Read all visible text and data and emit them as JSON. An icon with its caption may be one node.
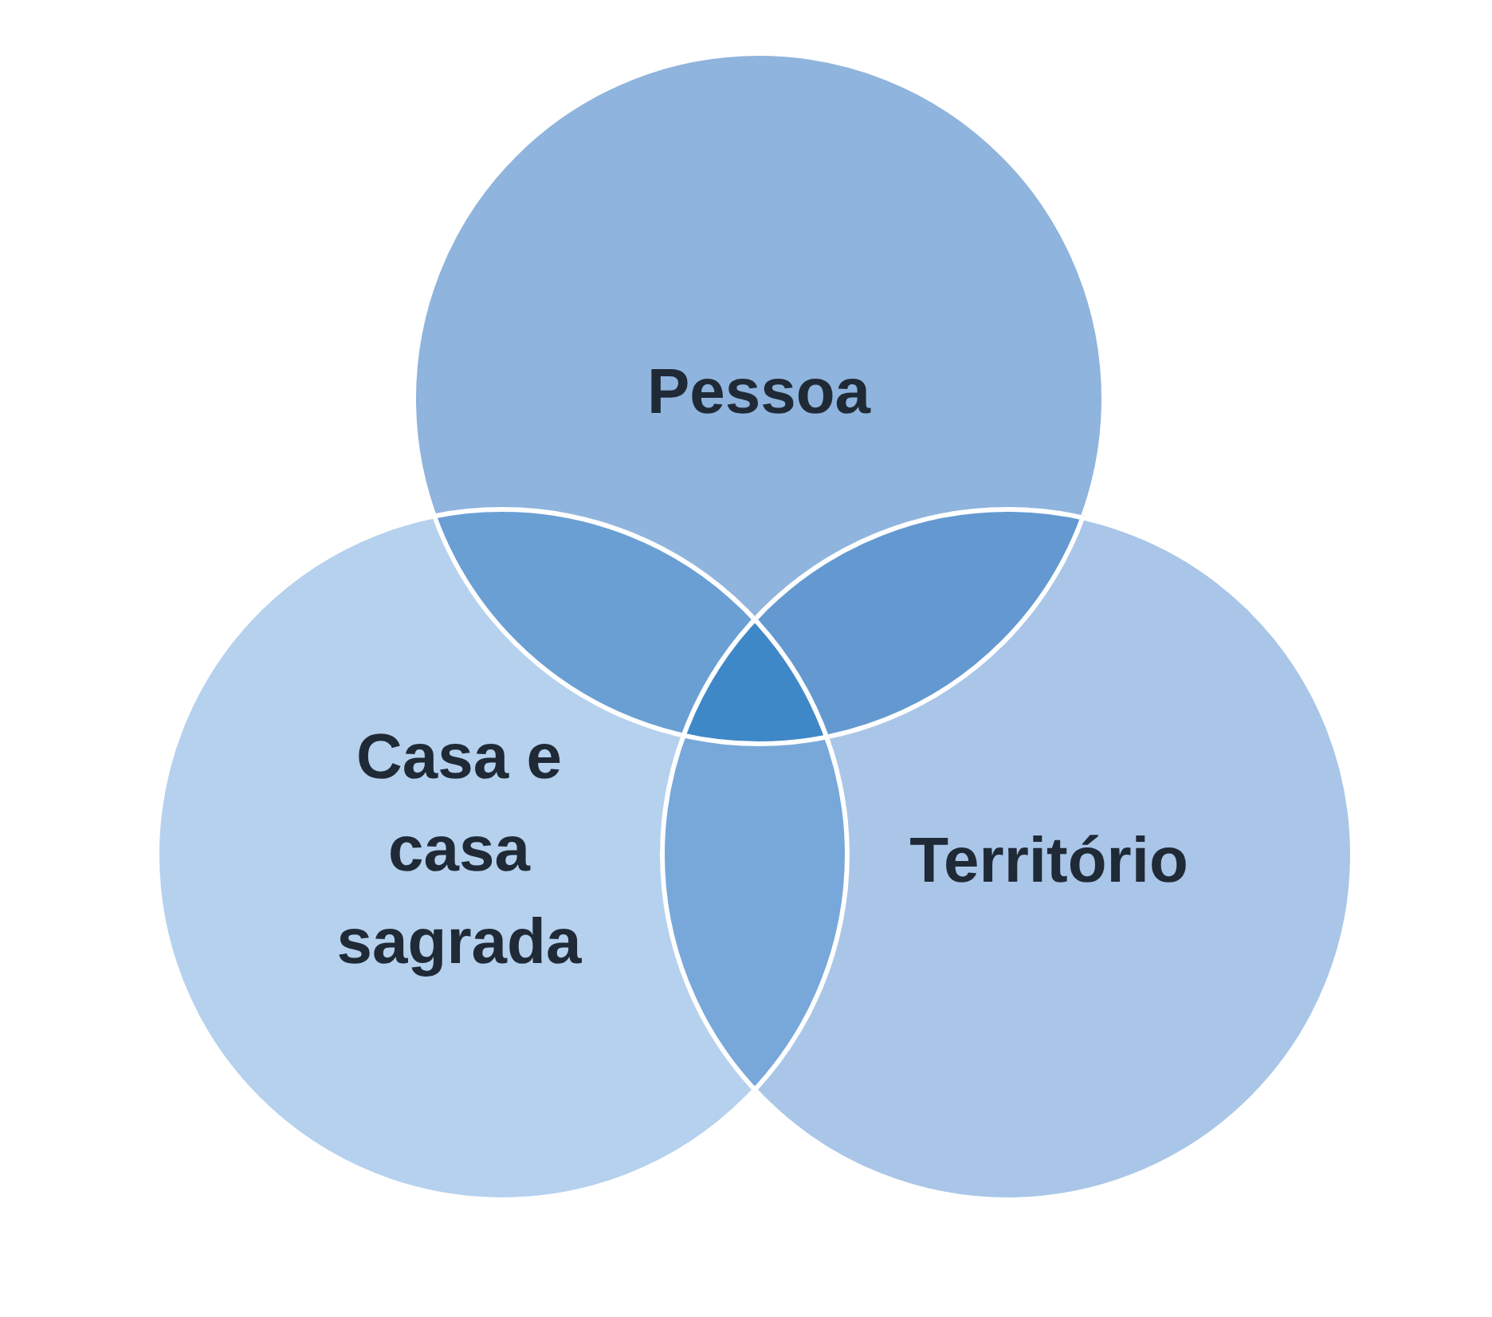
{
  "diagram": {
    "nodes": [
      {
        "text": [
          "Pessoa"
        ]
      },
      {
        "text": [
          "Casa e casa sagrada"
        ]
      },
      {
        "text": [
          "Território"
        ]
      }
    ]
  }
}
